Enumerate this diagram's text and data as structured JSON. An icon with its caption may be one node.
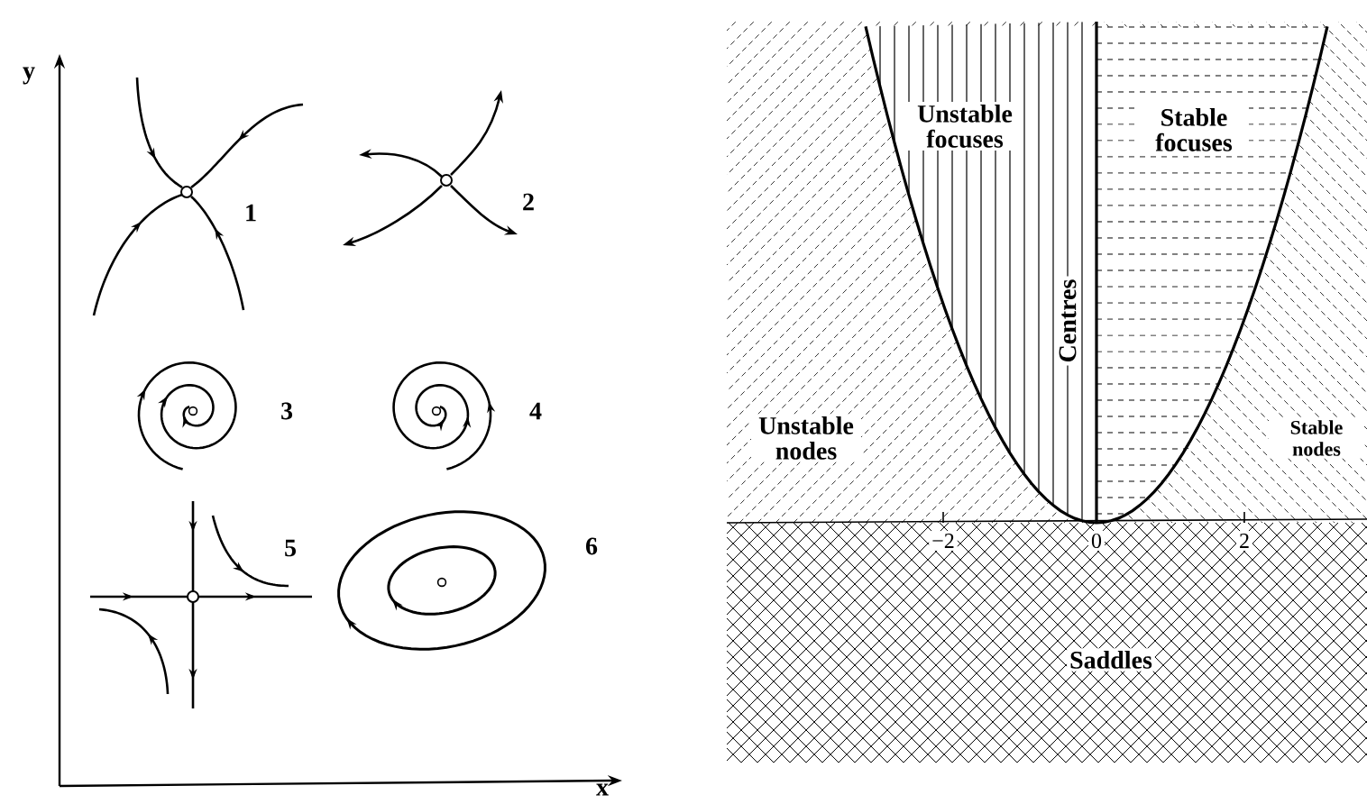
{
  "diagram": {
    "labels": [
      "y",
      "1",
      "2",
      "3",
      "4",
      "5",
      "6",
      "x",
      "Unstable focuses",
      "Stable focuses",
      "Centres",
      "Unstable nodes",
      "Stable nodes",
      "−2",
      "0",
      "2",
      "Saddles"
    ]
  }
}
